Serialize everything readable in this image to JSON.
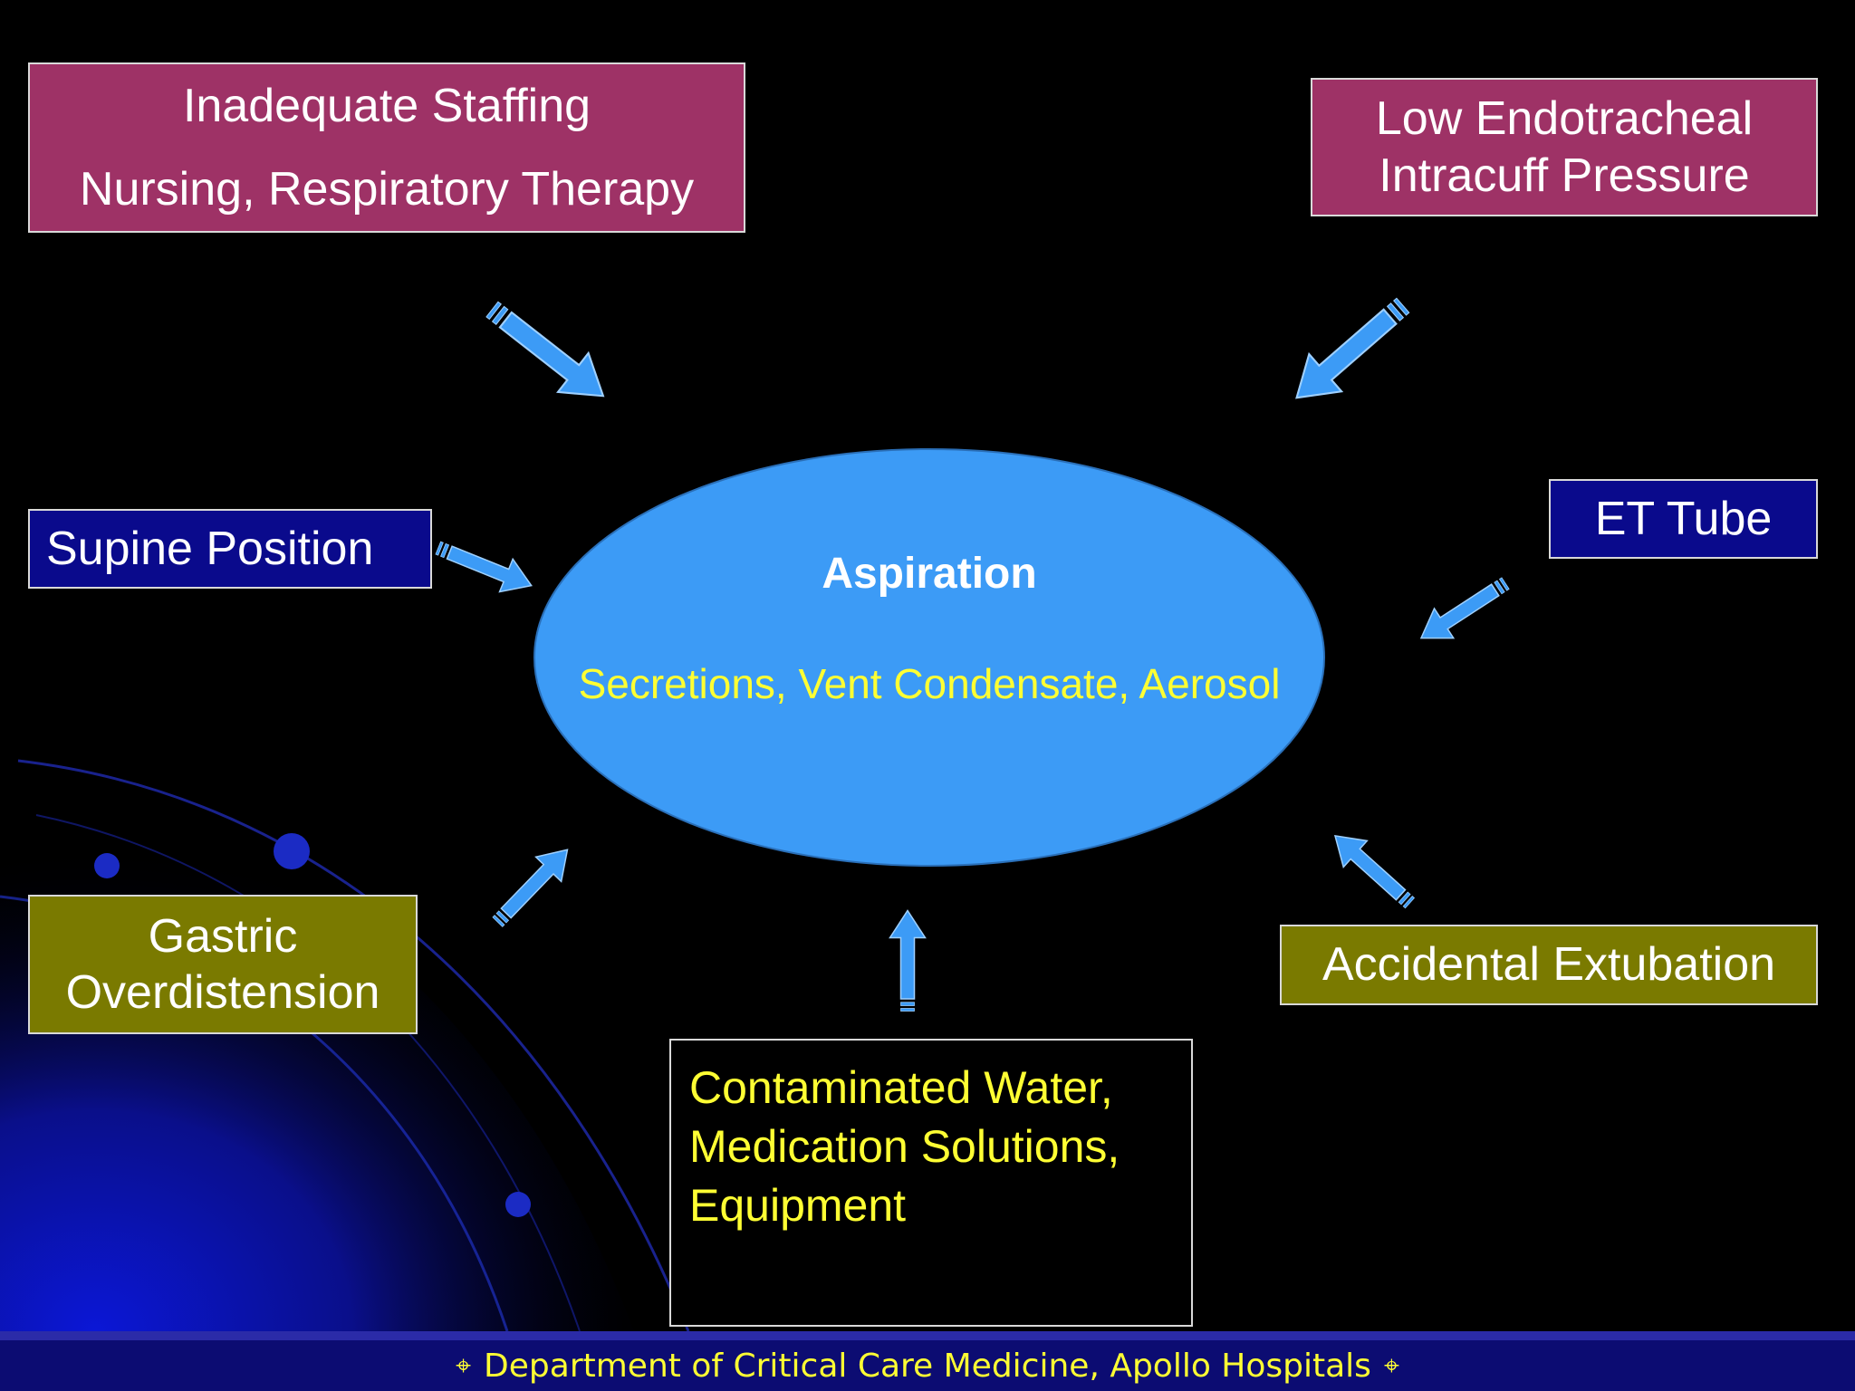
{
  "diagram": {
    "center": {
      "title": "Aspiration",
      "subtitle": "Secretions, Vent Condensate, Aerosol"
    },
    "causes": {
      "staffing": {
        "line1": "Inadequate Staffing",
        "line2": "Nursing, Respiratory Therapy"
      },
      "cuff": {
        "line1": "Low Endotracheal",
        "line2": "Intracuff Pressure"
      },
      "supine": {
        "label": "Supine Position"
      },
      "et_tube": {
        "label": "ET Tube"
      },
      "gastric": {
        "line1": "Gastric",
        "line2": "Overdistension"
      },
      "extubation": {
        "label": "Accidental Extubation"
      },
      "contaminated": {
        "line1": "Contaminated Water,",
        "line2": "Medication Solutions,",
        "line3": "Equipment"
      }
    }
  },
  "footer": {
    "ornament_left": "⌖",
    "text": "Department of Critical Care Medicine, Apollo Hospitals",
    "ornament_right": "⌖"
  },
  "colors": {
    "background": "#000000",
    "ellipse": "#3c9bf6",
    "arrow": "#3c9bf6",
    "maroon_box": "#9e3266",
    "navy_box": "#0a0a8c",
    "olive_box": "#7a7a00",
    "yellow_text": "#ffff33",
    "footer_band": "#0c0c72"
  }
}
